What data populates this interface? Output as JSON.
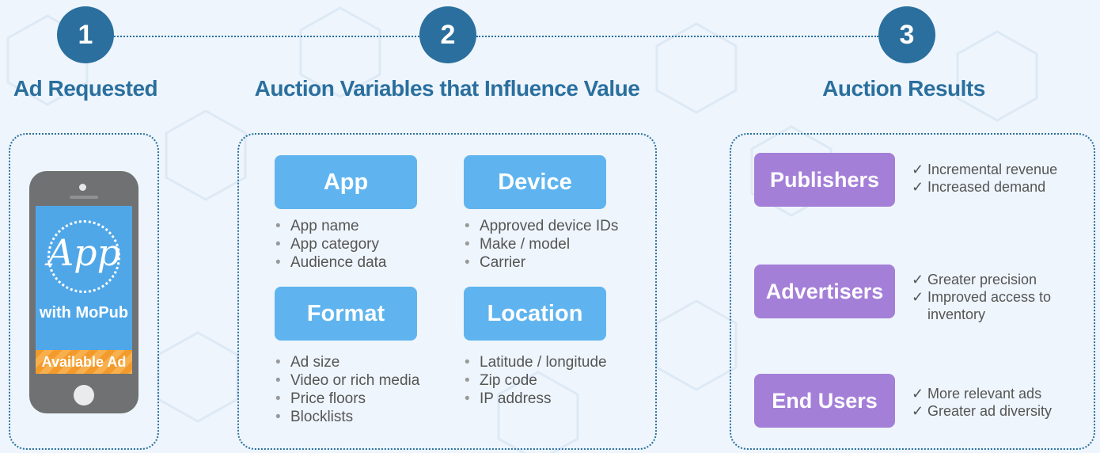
{
  "steps": [
    {
      "number": "1",
      "title": "Ad Requested"
    },
    {
      "number": "2",
      "title": "Auction Variables that Influence Value"
    },
    {
      "number": "3",
      "title": "Auction Results"
    }
  ],
  "phone": {
    "app_label": "App",
    "sub_label": "with MoPub",
    "banner": "Available Ad"
  },
  "variables": [
    {
      "label": "App",
      "bullets": [
        "App name",
        "App category",
        "Audience data"
      ]
    },
    {
      "label": "Device",
      "bullets": [
        "Approved device IDs",
        "Make / model",
        "Carrier"
      ]
    },
    {
      "label": "Format",
      "bullets": [
        "Ad size",
        "Video or rich media",
        "Price floors",
        "Blocklists"
      ]
    },
    {
      "label": "Location",
      "bullets": [
        "Latitude / longitude",
        "Zip code",
        "IP address"
      ]
    }
  ],
  "results": [
    {
      "label": "Publishers",
      "checks": [
        "Incremental revenue",
        "Increased demand"
      ]
    },
    {
      "label": "Advertisers",
      "checks": [
        "Greater precision",
        "Improved access to inventory"
      ]
    },
    {
      "label": "End Users",
      "checks": [
        "More relevant ads",
        "Greater ad diversity"
      ]
    }
  ],
  "bullet_glyph": "•",
  "check_glyph": "✓",
  "colors": {
    "step_blue": "#2a6f9e",
    "variable_box": "#5fb4ef",
    "result_box": "#a47fd8",
    "banner_orange": "#f39a2c",
    "background": "#eef5fc"
  }
}
